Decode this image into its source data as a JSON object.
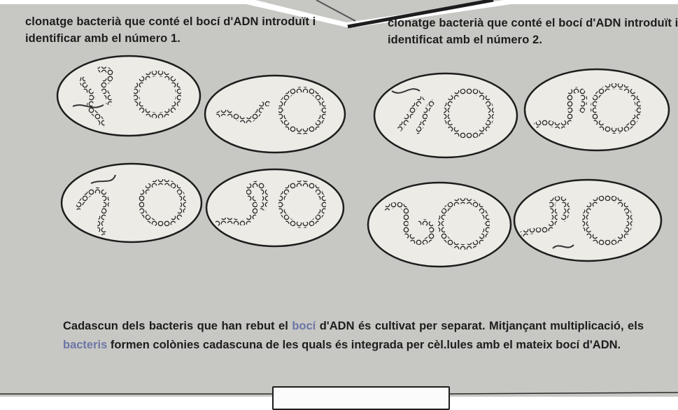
{
  "captions": {
    "left": "clonatge bacterià que conté el bocí d'ADN introduït i identificar amb el número 1.",
    "right": "clonatge bacterià que conté el bocí d'ADN introduït i identificat amb el número 2."
  },
  "body": {
    "part1": "Cadascun dels bacteris que han rebut el ",
    "word1": "bocí",
    "part2": " d'ADN és cultivat per separat. Mitjançant multiplicació, els ",
    "word2": "bacteris",
    "part3": " formen colònies cadascuna de les quals és integrada per cèl.lules amb el mateix bocí d'ADN."
  },
  "colors": {
    "background": "#c7c7c4",
    "ink": "#1d1d1d",
    "highlight": "#6c76a6",
    "dish_fill": "#ecebe6"
  }
}
